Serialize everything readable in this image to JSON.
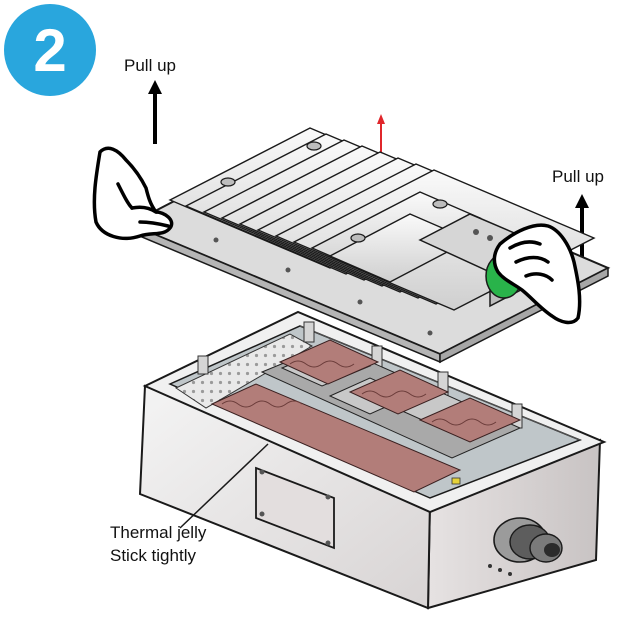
{
  "step": {
    "number": "2",
    "badge_color": "#29a6dd"
  },
  "callouts": {
    "pull_up_left": "Pull up",
    "pull_up_right": "Pull up",
    "thermal_line1": "Thermal jelly",
    "thermal_line2": "Stick tightly"
  },
  "colors": {
    "metal_light": "#ececec",
    "metal_mid": "#c9c9c9",
    "metal_dark": "#8d8d8d",
    "outline": "#1a1a1a",
    "thermal_pad": "#b27d79",
    "connector_green": "#29b34a",
    "arrow_red": "#e0262b",
    "arrow_black": "#000000"
  }
}
